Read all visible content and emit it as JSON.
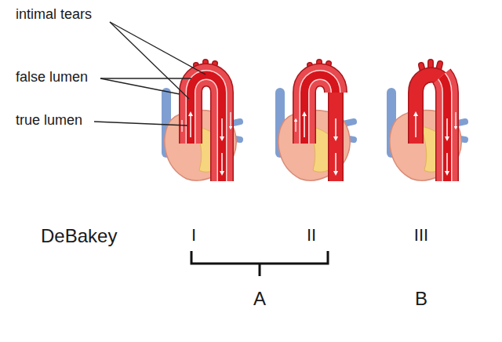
{
  "diagram": {
    "labels": [
      "intimal tears",
      "false lumen",
      "true lumen",
      "DeBakey",
      "I",
      "II",
      "III",
      "A",
      "B"
    ]
  }
}
